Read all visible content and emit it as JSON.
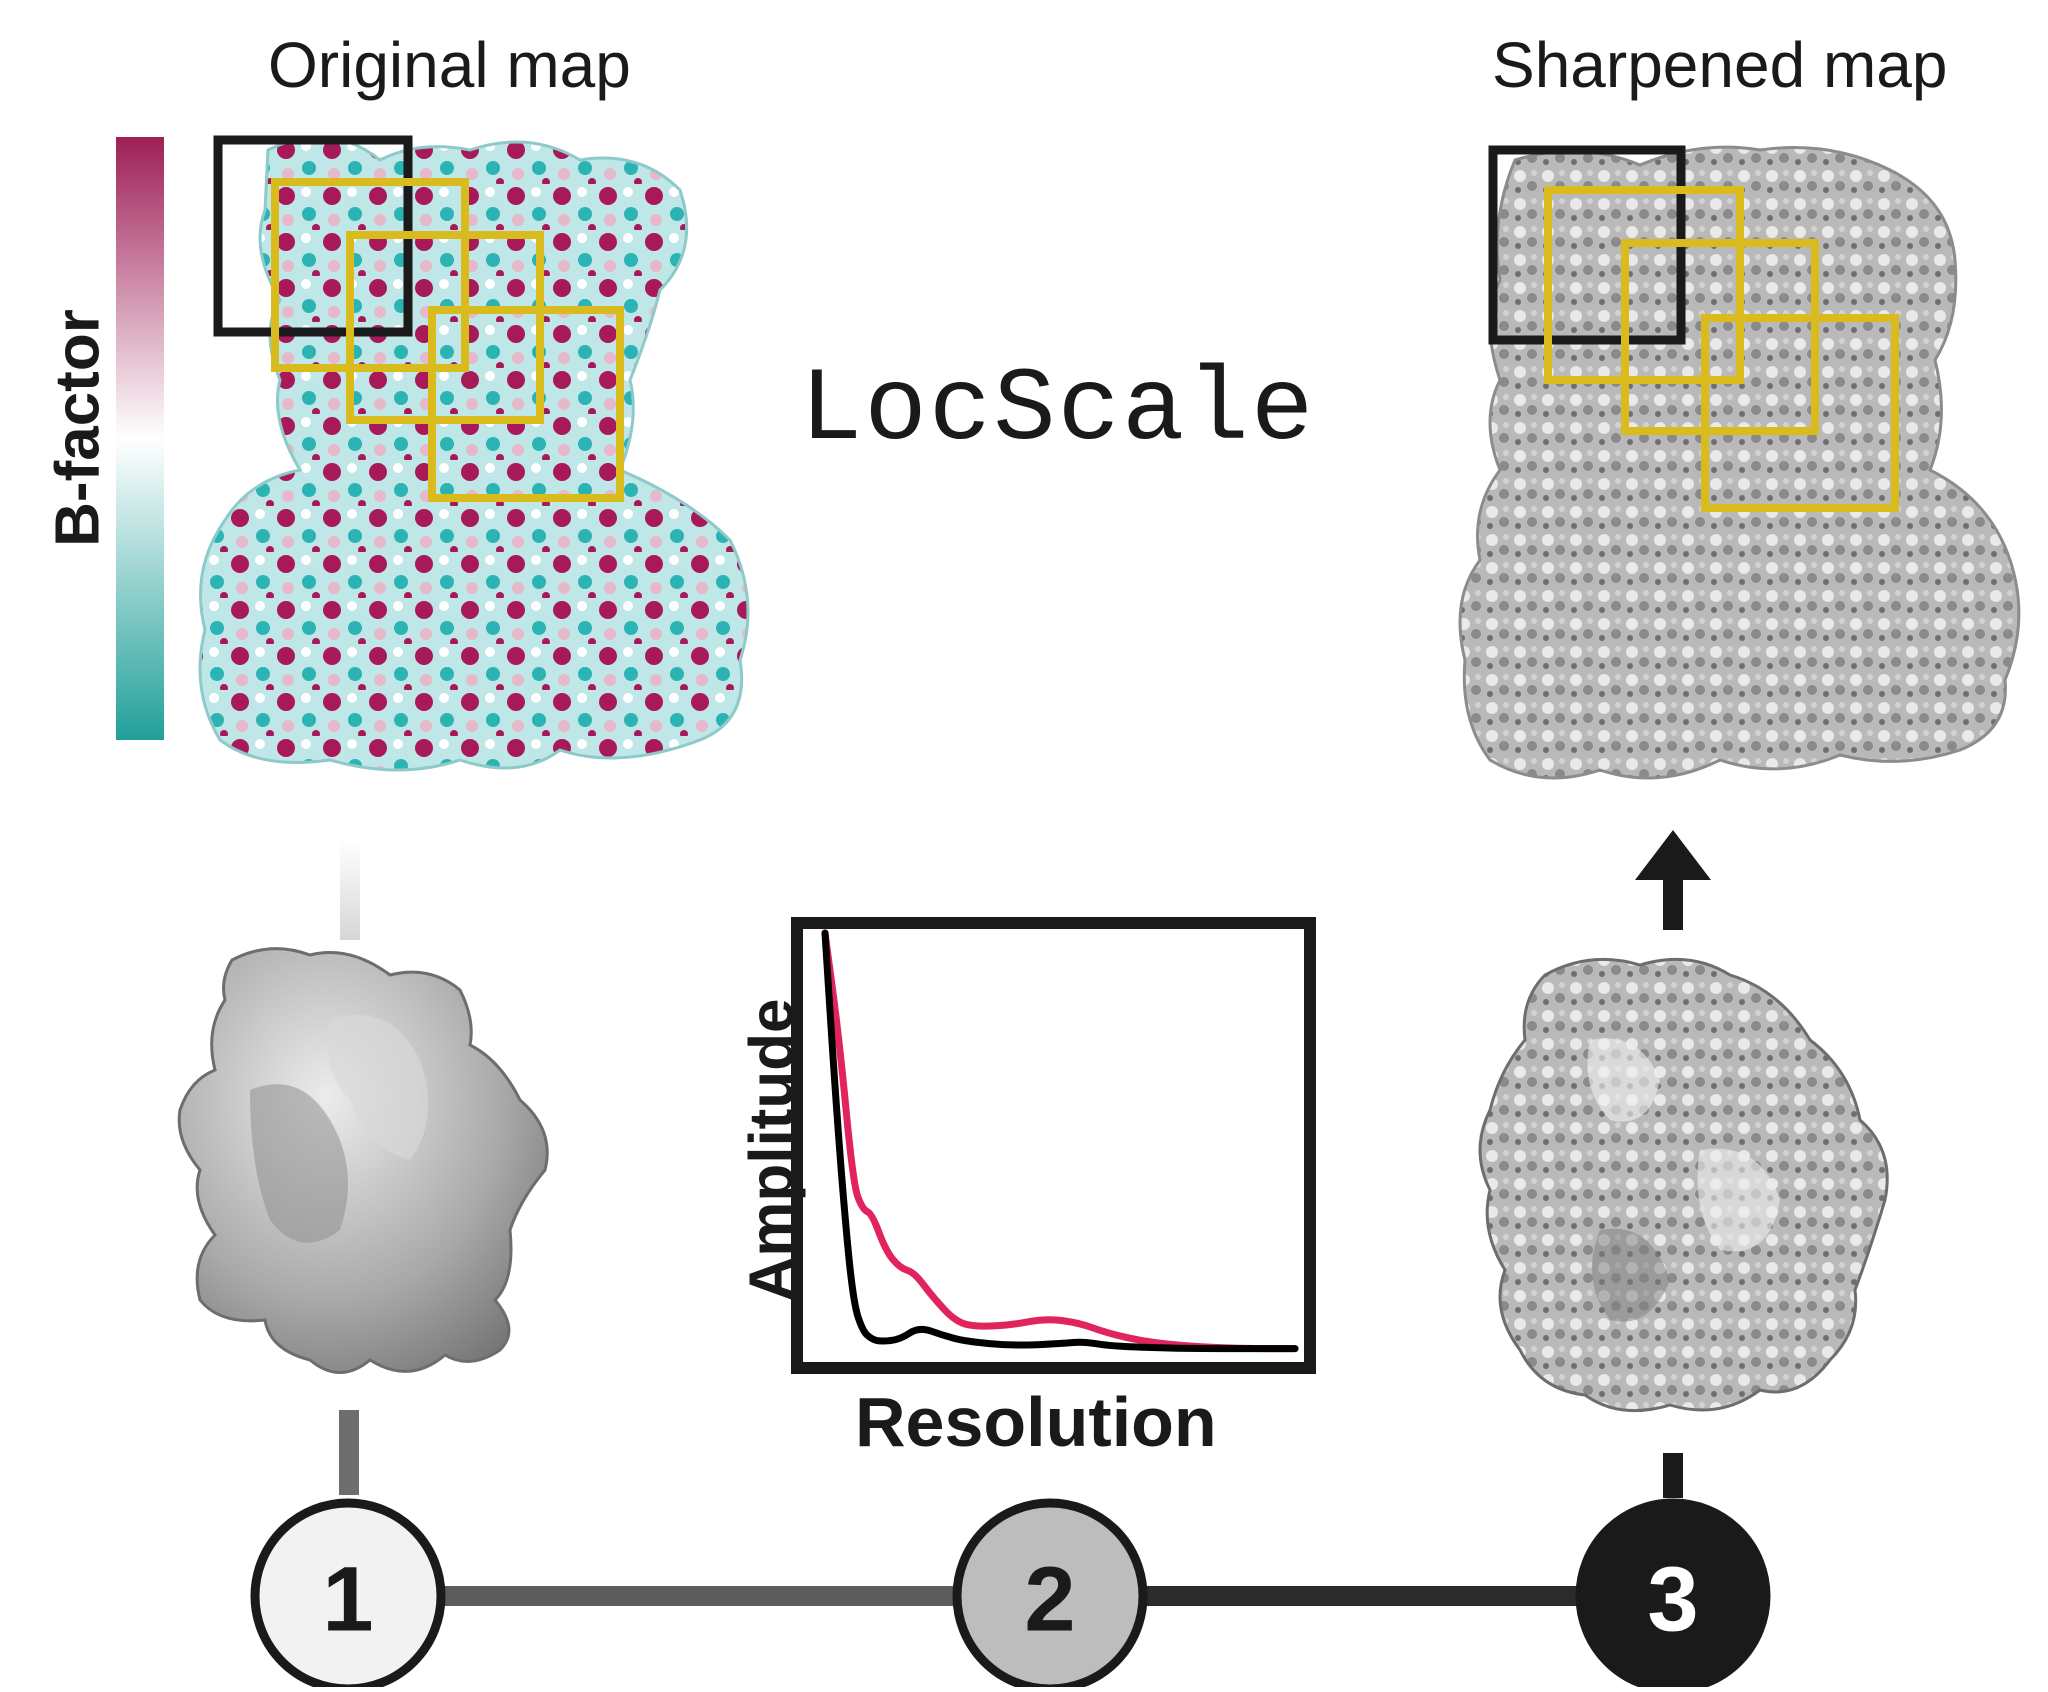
{
  "labels": {
    "original_map": "Original map",
    "sharpened_map": "Sharpened map",
    "method": "LocScale",
    "colorbar": "B-factor",
    "x_axis": "Resolution",
    "y_axis": "Amplitude"
  },
  "steps": [
    "1",
    "2",
    "3"
  ],
  "colors": {
    "bfactor_high": "#9e1f57",
    "bfactor_mid": "#ffffff",
    "bfactor_low": "#22a09a",
    "box_black": "#1a1a1a",
    "box_yellow": "#d9bb1e",
    "curve_red": "#e0245e",
    "curve_black": "#000000",
    "step1_fill": "#f2f2f2",
    "step2_fill": "#bdbdbd",
    "step3_fill": "#1a1a1a"
  },
  "chart_data": {
    "type": "line",
    "title": "",
    "xlabel": "Resolution",
    "ylabel": "Amplitude",
    "series": [
      {
        "color": "#e0245e",
        "x": [
          0.0,
          0.03,
          0.06,
          0.08,
          0.1,
          0.13,
          0.16,
          0.19,
          0.23,
          0.28,
          0.33,
          0.4,
          0.47,
          0.54,
          0.6,
          0.68,
          0.76,
          0.84,
          0.92,
          1.0
        ],
        "y": [
          1.0,
          0.75,
          0.4,
          0.34,
          0.33,
          0.24,
          0.2,
          0.19,
          0.13,
          0.07,
          0.06,
          0.065,
          0.08,
          0.07,
          0.045,
          0.025,
          0.015,
          0.01,
          0.008,
          0.008
        ]
      },
      {
        "color": "#000000",
        "x": [
          0.0,
          0.02,
          0.04,
          0.06,
          0.08,
          0.1,
          0.12,
          0.16,
          0.2,
          0.25,
          0.3,
          0.4,
          0.5,
          0.55,
          0.6,
          0.7,
          0.8,
          0.9,
          1.0
        ],
        "y": [
          1.0,
          0.65,
          0.35,
          0.12,
          0.05,
          0.03,
          0.025,
          0.03,
          0.06,
          0.04,
          0.025,
          0.015,
          0.02,
          0.025,
          0.015,
          0.01,
          0.008,
          0.008,
          0.008
        ]
      }
    ]
  }
}
